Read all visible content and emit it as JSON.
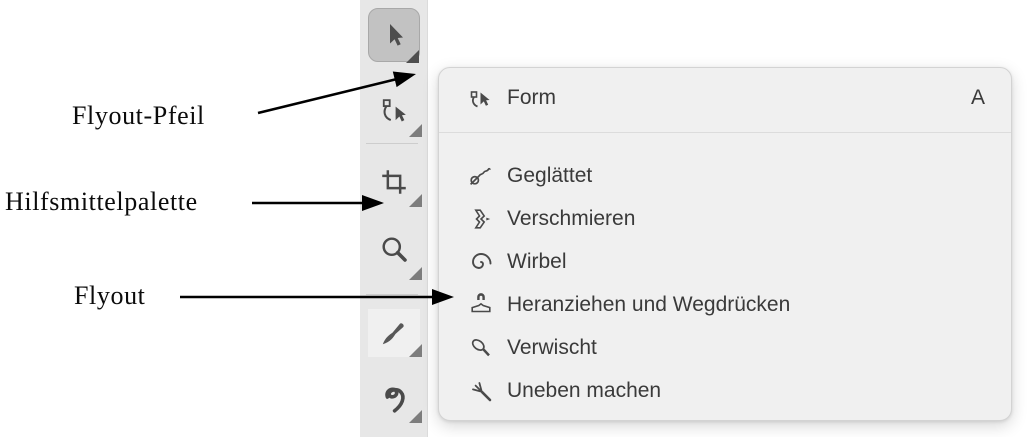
{
  "figure": {
    "description_language": "de",
    "background": "#ffffff"
  },
  "annotations": {
    "flyout_pfeil": {
      "label": "Flyout-Pfeil",
      "points_to": "pick-tool-flyout-arrow-indicator"
    },
    "hilfsmittelpalette": {
      "label": "Hilfsmittelpalette",
      "points_to": "toolbox"
    },
    "flyout": {
      "label": "Flyout",
      "points_to": "shape-tools-flyout-menu"
    }
  },
  "toolbar": {
    "tools": [
      {
        "icon": "pick-tool-icon",
        "selected": true,
        "has_flyout_indicator": true
      },
      {
        "icon": "shape-tool-icon",
        "selected": false,
        "has_flyout_indicator": true
      },
      {
        "icon": "crop-tool-icon",
        "selected": false,
        "has_flyout_indicator": true
      },
      {
        "icon": "zoom-tool-icon",
        "selected": false,
        "has_flyout_indicator": true
      },
      {
        "icon": "paintbrush-tool-icon",
        "selected": false,
        "has_flyout_indicator": true
      },
      {
        "icon": "freehand-curve-tool-icon",
        "selected": false,
        "has_flyout_indicator": true
      }
    ]
  },
  "flyout_menu": {
    "items": [
      {
        "label": "Form",
        "shortcut": "A",
        "icon": "shape-tool-icon"
      },
      {
        "label": "Geglättet",
        "icon": "smooth-tool-icon"
      },
      {
        "label": "Verschmieren",
        "icon": "smear-tool-icon"
      },
      {
        "label": "Wirbel",
        "icon": "twirl-tool-icon"
      },
      {
        "label": "Heranziehen und Wegdrücken",
        "icon": "attract-repel-tool-icon"
      },
      {
        "label": "Verwischt",
        "icon": "smudge-tool-icon"
      },
      {
        "label": "Uneben machen",
        "icon": "roughen-tool-icon"
      }
    ]
  },
  "colors": {
    "toolbar_bg": "#e7e7e7",
    "selected_tool_bg": "#c2c2c2",
    "selected_tool_border": "#a8a8a8",
    "menu_bg": "#f0f0f0",
    "menu_border": "#d3d3d3",
    "menu_text": "#3a3a3a",
    "icon": "#4a4a4a",
    "flyout_indicator": "#7d7d7d",
    "annotation": "#0b0b0b"
  }
}
